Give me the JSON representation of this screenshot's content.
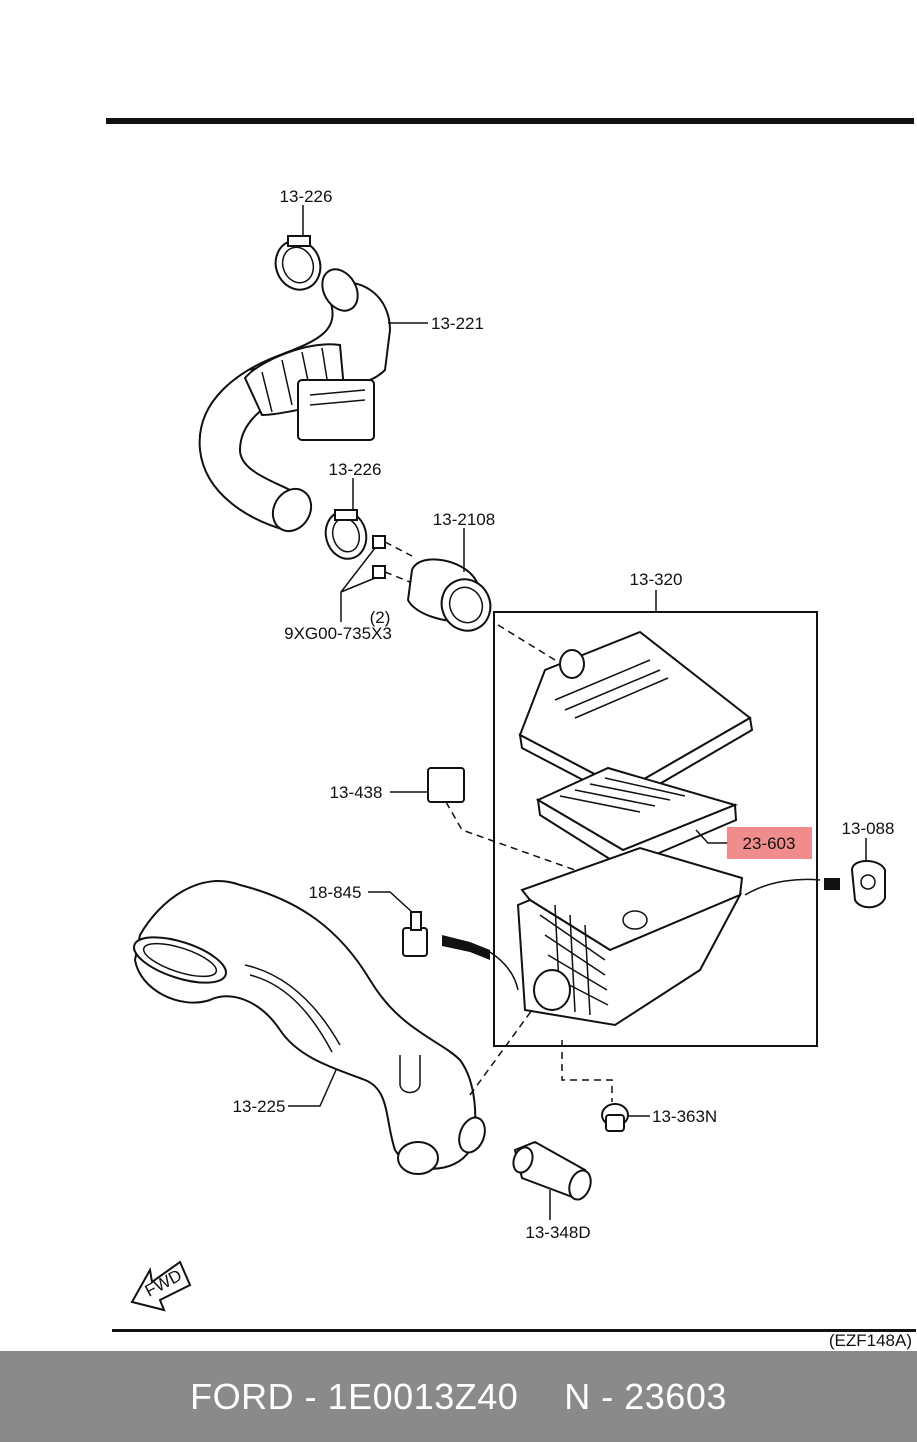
{
  "callouts": {
    "c1": "13-226",
    "c2": "13-221",
    "c3": "13-226",
    "c4": "13-2108",
    "c5": "(2)",
    "c6": "9XG00-735X3",
    "c7": "13-320",
    "c8": "13-438",
    "c9": "23-603",
    "c10": "13-088",
    "c11": "18-845",
    "c12": "13-225",
    "c13": "13-363N",
    "c14": "13-348D",
    "fwd": "FWD",
    "code": "(EZF148A)"
  },
  "highlight_color": "#f08080",
  "footer": {
    "brand_part": "FORD - 1E0013Z40",
    "ref": "N - 23603"
  }
}
